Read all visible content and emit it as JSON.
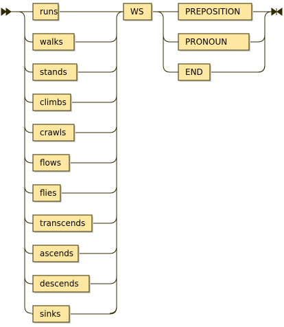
{
  "diagram": {
    "type": "railroad",
    "verbs": [
      "runs",
      "walks",
      "stands",
      "climbs",
      "crawls",
      "flows",
      "flies",
      "transcends",
      "ascends",
      "descends",
      "sinks"
    ],
    "separator": "WS",
    "endings": [
      "PREPOSITION",
      "PRONOUN",
      "END"
    ]
  }
}
